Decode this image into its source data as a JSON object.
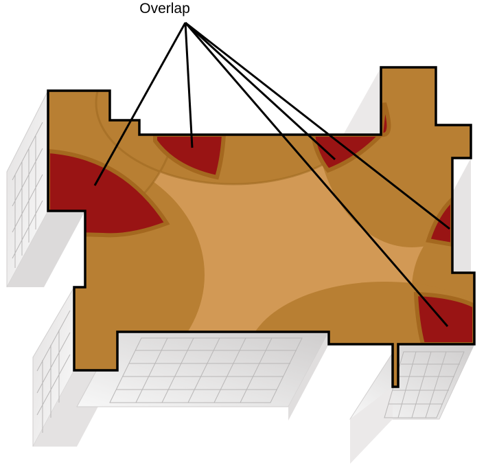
{
  "callout": {
    "label": "Overlap"
  },
  "colors": {
    "floor_base": "#b87f33",
    "coverage_light": "#d29955",
    "coverage_ring": "#9e6a22",
    "overlap_zone": "#991414",
    "outline": "#000000",
    "wall_face": "#f0eeee",
    "wall_shade": "#d8d6d6",
    "window_grid": "#b8b6b6"
  },
  "overlap_zones": [
    {
      "id": "left-upper"
    },
    {
      "id": "top-center"
    },
    {
      "id": "top-right"
    },
    {
      "id": "right-middle"
    },
    {
      "id": "bottom-right"
    }
  ]
}
